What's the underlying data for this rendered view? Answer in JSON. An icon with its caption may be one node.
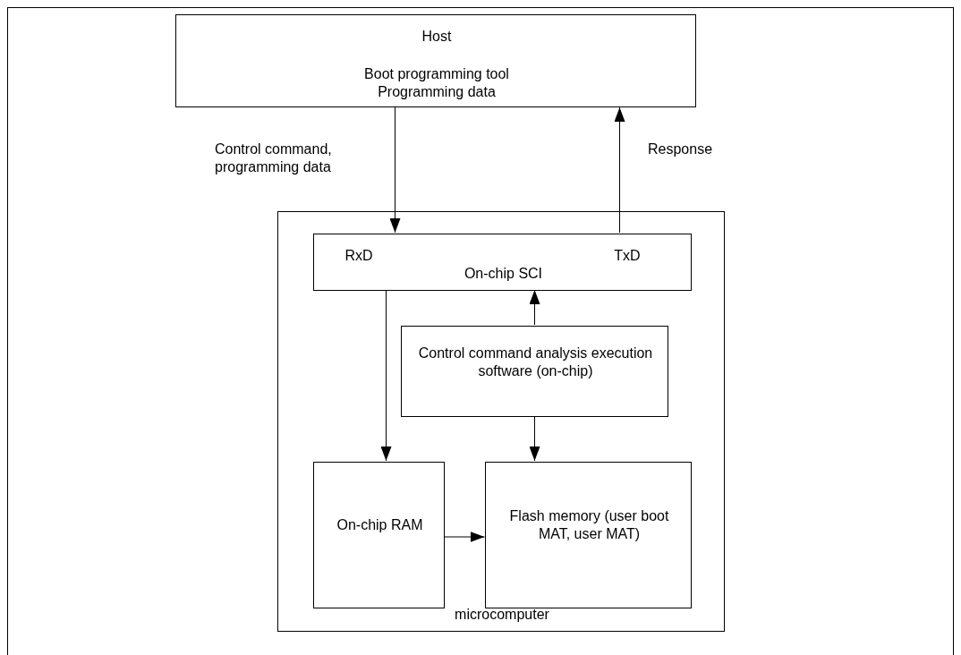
{
  "diagram": {
    "nodes": [
      {
        "text": [
          "Host",
          "Boot programming tool",
          "Programming data"
        ]
      },
      {
        "text": [
          "microcomputer"
        ]
      },
      {
        "text": [
          "RxD",
          "TxD",
          "On-chip SCI"
        ],
        "in": 1
      },
      {
        "text": [
          "Control command analysis execution software (on-chip)"
        ],
        "in": 1
      },
      {
        "text": [
          "On-chip RAM"
        ],
        "in": 1
      },
      {
        "text": [
          "Flash memory (user boot MAT, user MAT)"
        ],
        "in": 1
      }
    ],
    "edges": [
      {
        "from": 0,
        "to": 2,
        "arrow": "to",
        "label": "Control command, programming data"
      },
      {
        "from": 2,
        "to": 0,
        "arrow": "to",
        "label": "Response"
      },
      {
        "from": 2,
        "to": 4,
        "arrow": "to"
      },
      {
        "from": 3,
        "to": 2,
        "arrow": "to"
      },
      {
        "from": 3,
        "to": 5,
        "arrow": "to"
      },
      {
        "from": 4,
        "to": 5,
        "arrow": "to"
      }
    ]
  }
}
